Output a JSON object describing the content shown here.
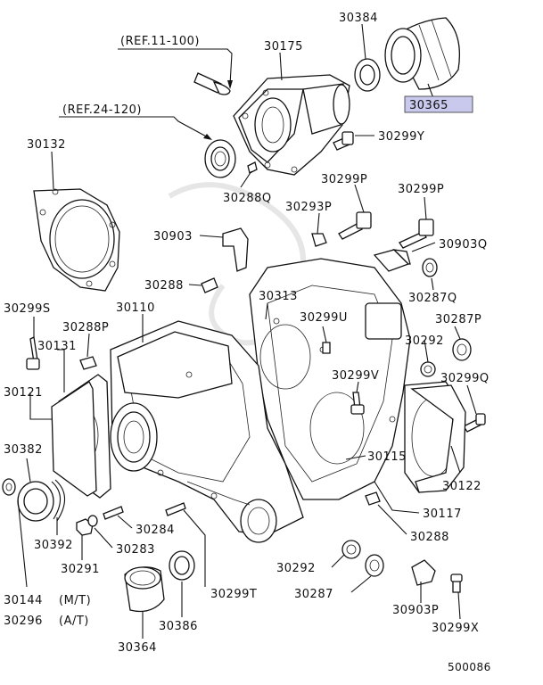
{
  "diagram_id": "500086",
  "highlight_color": "#c9c9ee",
  "references": [
    {
      "id": "ref-11-100",
      "text": "(REF.11-100)"
    },
    {
      "id": "ref-24-120",
      "text": "(REF.24-120)"
    }
  ],
  "parts": {
    "p30384": "30384",
    "p30175": "30175",
    "p30365": "30365",
    "p30299Y": "30299Y",
    "p30132": "30132",
    "p30288Q": "30288Q",
    "p30299P_a": "30299P",
    "p30299P_b": "30299P",
    "p30293P": "30293P",
    "p30903": "30903",
    "p30903Q": "30903Q",
    "p30288_a": "30288",
    "p30313": "30313",
    "p30287Q": "30287Q",
    "p30299S": "30299S",
    "p30110": "30110",
    "p30299U": "30299U",
    "p30287P": "30287P",
    "p30288P": "30288P",
    "p30131": "30131",
    "p30292_a": "30292",
    "p30121": "30121",
    "p30299V": "30299V",
    "p30299Q": "30299Q",
    "p30382": "30382",
    "p30115": "30115",
    "p30122": "30122",
    "p30117": "30117",
    "p30392": "30392",
    "p30284": "30284",
    "p30288_b": "30288",
    "p30283": "30283",
    "p30291": "30291",
    "p30292_b": "30292",
    "p30299T": "30299T",
    "p30287": "30287",
    "p30144": "30144",
    "p30144_note": "(M/T)",
    "p30296": "30296",
    "p30296_note": "(A/T)",
    "p30903P": "30903P",
    "p30386": "30386",
    "p30299X": "30299X",
    "p30364": "30364"
  }
}
